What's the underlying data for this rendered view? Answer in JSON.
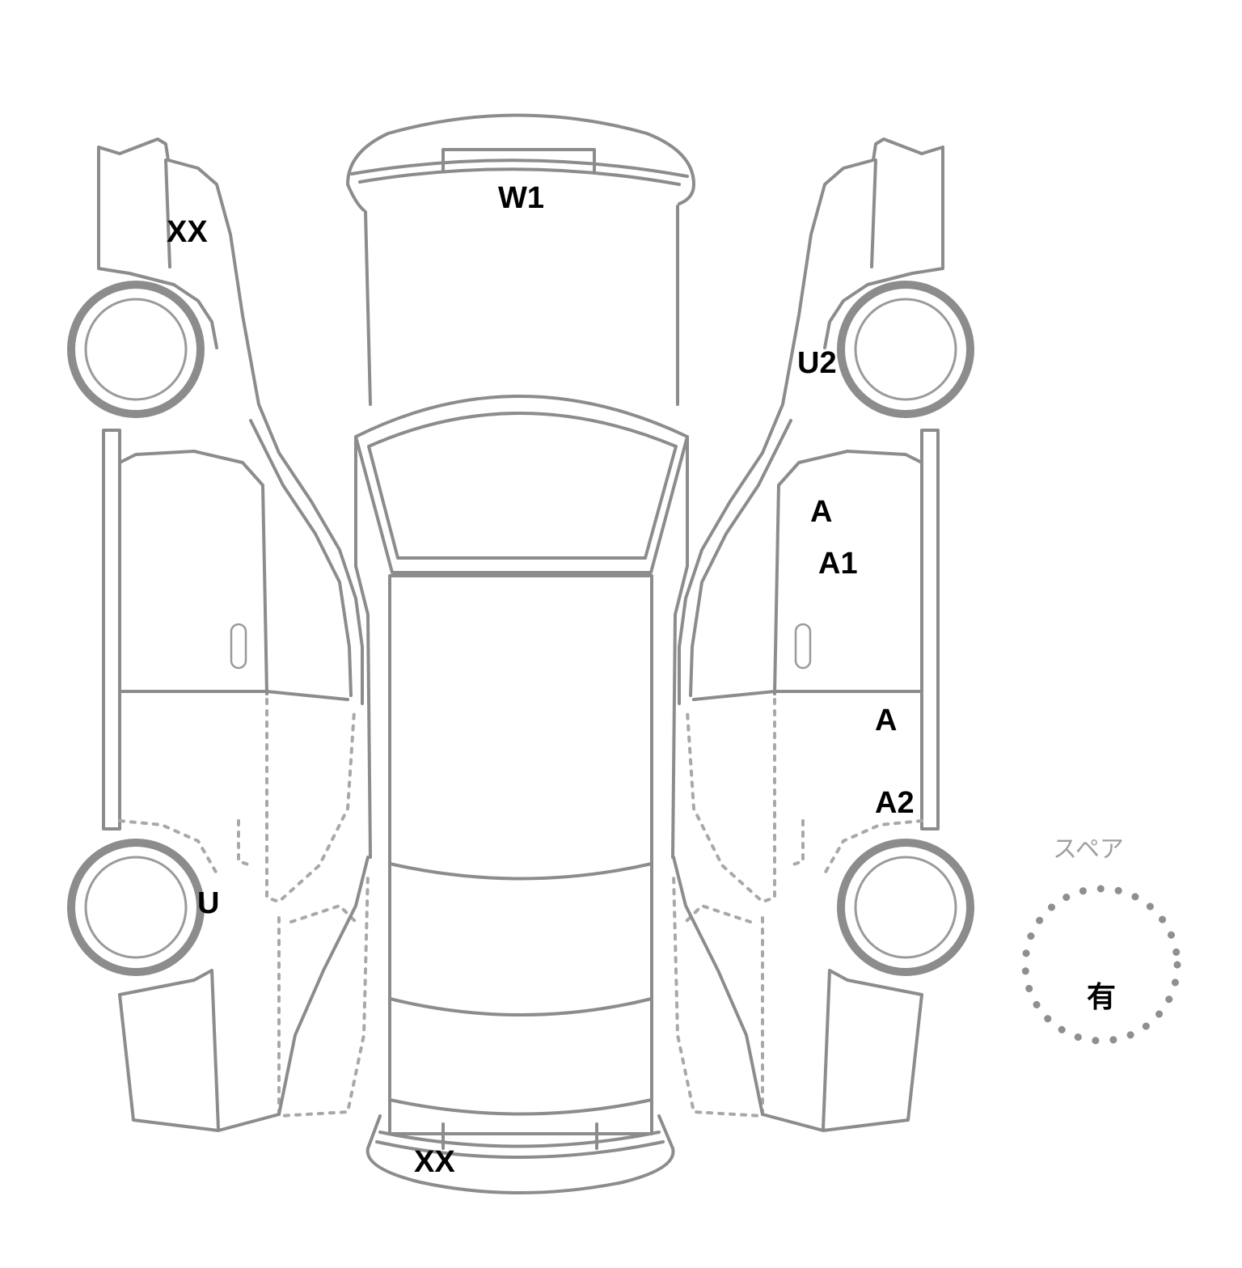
{
  "damage_marks": {
    "left_front_fender": "XX",
    "left_rear_wheel_arch": "U",
    "front_windshield": "W1",
    "rear_bumper": "XX",
    "right_front_fender": "U2",
    "right_front_door_upper": "A",
    "right_front_door_lower": "A1",
    "right_rear_door": "A",
    "right_rear_door_lower": "A2"
  },
  "spare_tire": {
    "label": "スペア",
    "value": "有"
  },
  "colors": {
    "outline": "#8c8c8c",
    "mark_text": "#000000"
  }
}
